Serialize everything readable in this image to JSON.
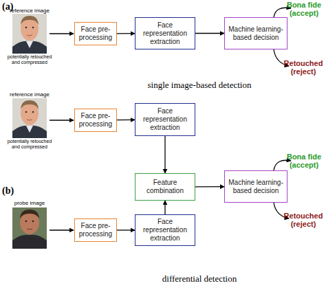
{
  "diagram": {
    "nodes": [
      {
        "text": [
          "Face pre-processing"
        ]
      },
      {
        "text": [
          "Face representation extraction"
        ]
      },
      {
        "text": [
          "Machine learning-based decision"
        ]
      },
      {
        "text": [
          "Face pre-processing"
        ]
      },
      {
        "text": [
          "Face representation extraction"
        ]
      },
      {
        "text": [
          "Feature combination"
        ]
      },
      {
        "text": [
          "Machine learning-based decision"
        ]
      },
      {
        "text": [
          "Face pre-processing"
        ]
      },
      {
        "text": [
          "Face representation extraction"
        ]
      }
    ],
    "edges": [
      {
        "from": 0,
        "to": 1,
        "arrow": "to"
      },
      {
        "from": 1,
        "to": 2,
        "arrow": "to"
      },
      {
        "from": 3,
        "to": 4,
        "arrow": "to"
      },
      {
        "from": 4,
        "to": 5,
        "arrow": "to"
      },
      {
        "from": 5,
        "to": 6,
        "arrow": "to"
      },
      {
        "from": 7,
        "to": 8,
        "arrow": "to"
      },
      {
        "from": 8,
        "to": 5,
        "arrow": "to"
      }
    ],
    "labels": [
      "(a)",
      "reference image",
      "potentially retouched and compressed",
      "Bona fide (accept)",
      "Retouched (reject)",
      "single image-based detection",
      "reference image",
      "potentially retouched and compressed",
      "(b)",
      "probe image",
      "Bona fide (accept)",
      "Retouched (reject)",
      "differential detection"
    ]
  }
}
